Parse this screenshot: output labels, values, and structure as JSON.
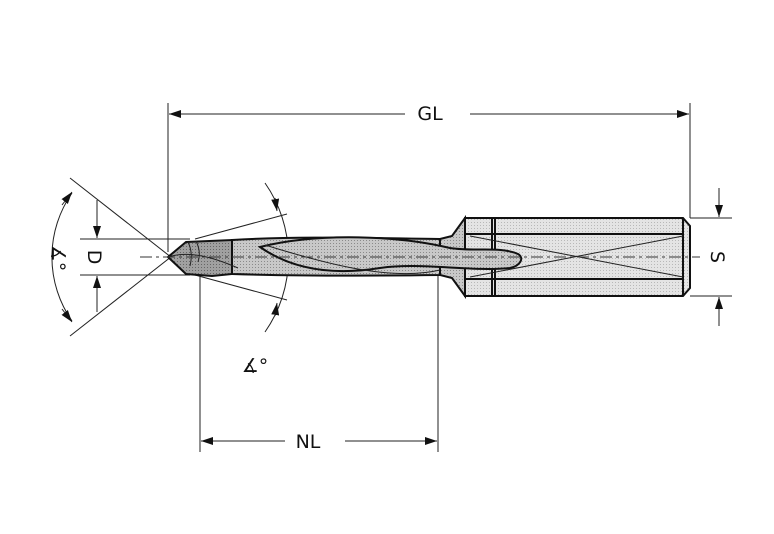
{
  "labels": {
    "overall_length": "GL",
    "usable_length": "NL",
    "diameter": "D",
    "shank": "S",
    "angle_tip": "∡°",
    "angle_helix": "∡°"
  },
  "colors": {
    "line": "#111111",
    "body_fill": "#d4d4d4",
    "head_fill": "#9a9a9a",
    "shank_fill": "#e2e2e2"
  }
}
